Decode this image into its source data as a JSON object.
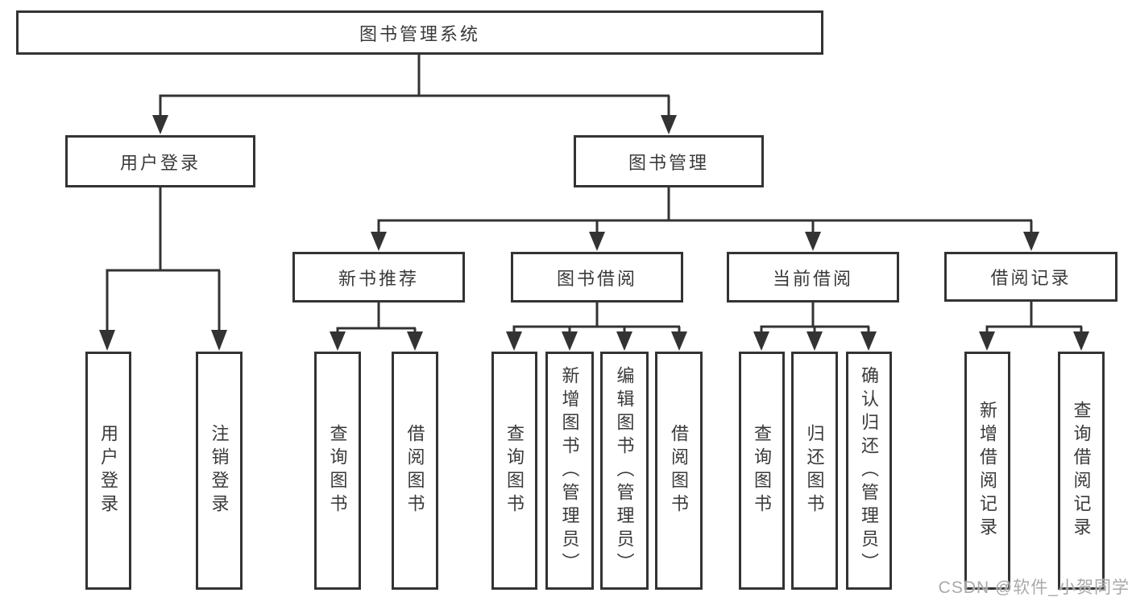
{
  "colors": {
    "line": "#333333",
    "text": "#3a3a3a",
    "watermark": "#a9a9a9",
    "background": "#ffffff"
  },
  "tree": {
    "label": "图书管理系统",
    "children": [
      {
        "label": "用户登录",
        "children": [
          {
            "label": "用户登录"
          },
          {
            "label": "注销登录"
          }
        ]
      },
      {
        "label": "图书管理",
        "children": [
          {
            "label": "新书推荐",
            "children": [
              {
                "label": "查询图书"
              },
              {
                "label": "借阅图书"
              }
            ]
          },
          {
            "label": "图书借阅",
            "children": [
              {
                "label": "查询图书"
              },
              {
                "label": "新增图书（管理员）"
              },
              {
                "label": "编辑图书（管理员）"
              },
              {
                "label": "借阅图书"
              }
            ]
          },
          {
            "label": "当前借阅",
            "children": [
              {
                "label": "查询图书"
              },
              {
                "label": "归还图书"
              },
              {
                "label": "确认归还（管理员）"
              }
            ]
          },
          {
            "label": "借阅记录",
            "children": [
              {
                "label": "新增借阅记录"
              },
              {
                "label": "查询借阅记录"
              }
            ]
          }
        ]
      }
    ]
  },
  "watermark": {
    "text": "CSDN @软件_小贺同学"
  }
}
